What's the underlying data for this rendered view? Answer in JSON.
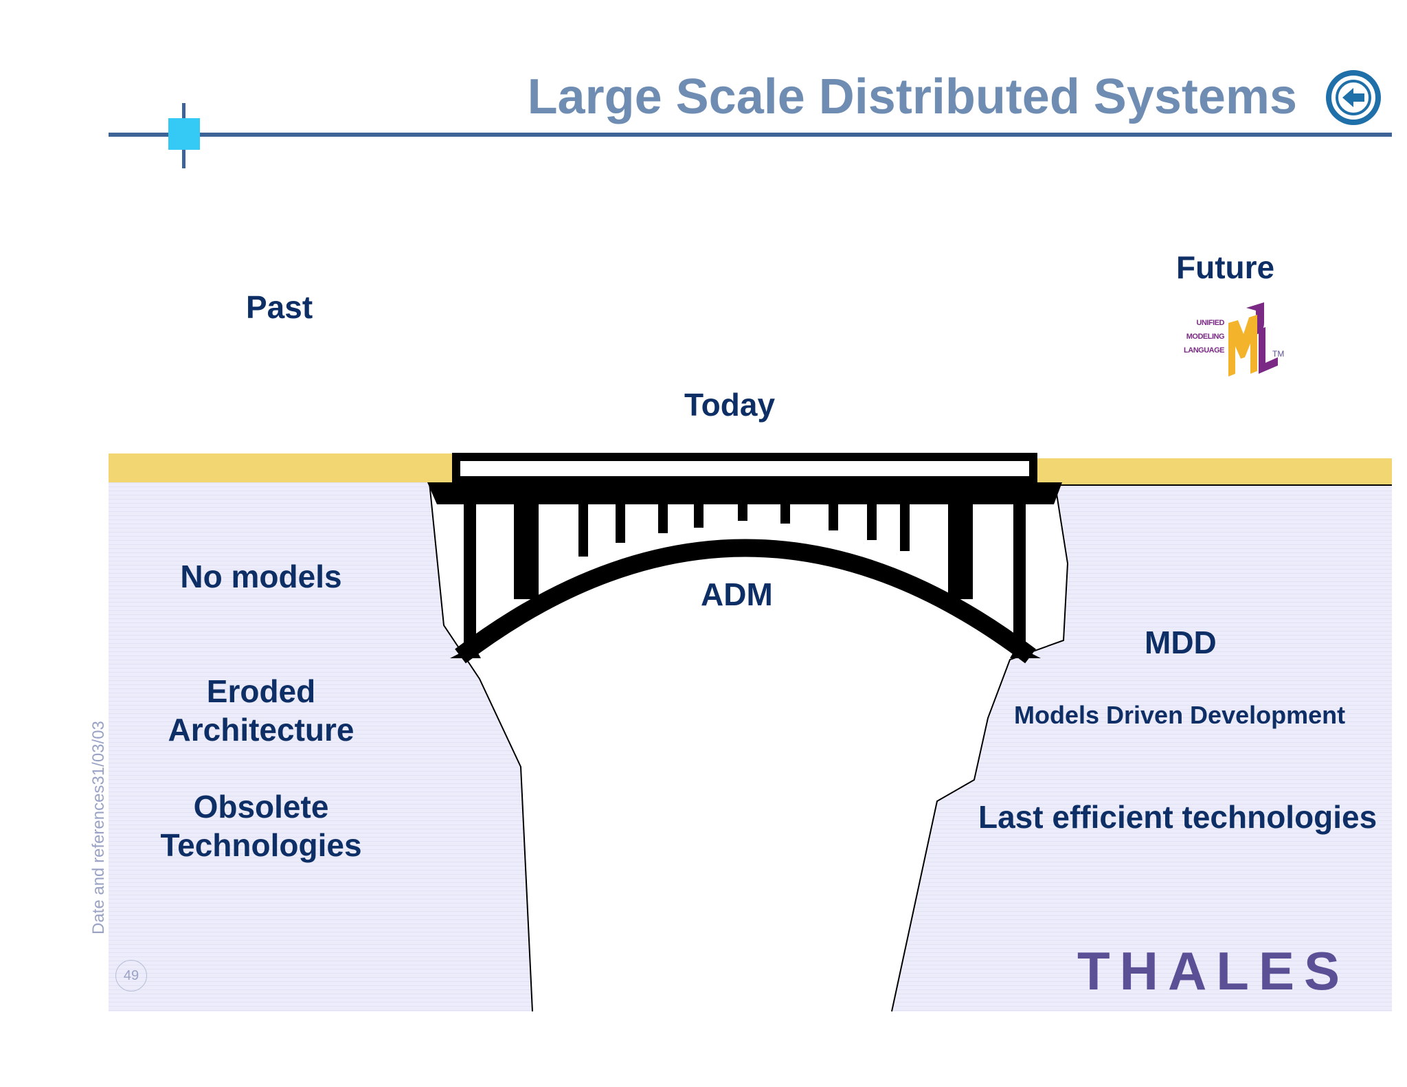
{
  "slide": {
    "title": "Large Scale Distributed Systems",
    "side_text": "Date and references31/03/03",
    "page_number": "49"
  },
  "labels": {
    "past": "Past",
    "today": "Today",
    "future": "Future",
    "adm": "ADM",
    "mdd": "MDD"
  },
  "left_items": {
    "no_models": "No models",
    "eroded": [
      "Eroded",
      "Architecture"
    ],
    "obsolete": [
      "Obsolete",
      "Technologies"
    ]
  },
  "right_items": {
    "mdd_full": "Models Driven Development",
    "last_tech": "Last efficient technologies"
  },
  "uml_logo": {
    "lines": [
      "UNIFIED",
      "MODELING",
      "LANGUAGE"
    ],
    "tm": "TM"
  },
  "brand": "THALES",
  "colors": {
    "title": "#6f8db3",
    "text": "#0e2e66",
    "rule": "#3e6396",
    "marker": "#35c9f5",
    "ground": "#f2d672",
    "cliff": "#ebebf9",
    "bridge": "#000000",
    "brand": "#5b4f95"
  }
}
